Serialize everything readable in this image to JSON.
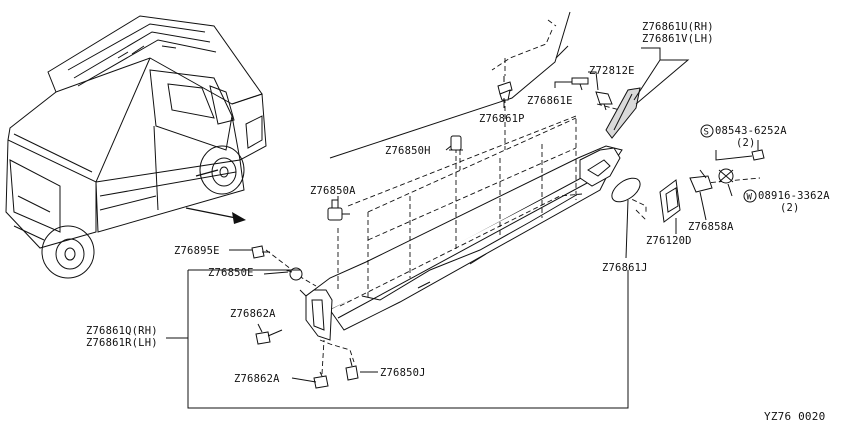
{
  "labels": {
    "p76861u": "Z76861U(RH)",
    "p76861v": "Z76861V(LH)",
    "p72812e": "Z72812E",
    "p76861e": "Z76861E",
    "p76861p": "Z76861P",
    "p76850h": "Z76850H",
    "p08543": "08543-6252A",
    "p08543_qty": "(2)",
    "p76850a": "Z76850A",
    "p08916": "08916-3362A",
    "p08916_qty": "(2)",
    "p76858a": "Z76858A",
    "p76895e": "Z76895E",
    "p76120d": "Z76120D",
    "p76850e": "Z76850E",
    "p76861j": "Z76861J",
    "p76862a_1": "Z76862A",
    "p76861q": "Z76861Q(RH)",
    "p76861r": "Z76861R(LH)",
    "p76862a_2": "Z76862A",
    "p76850j": "Z76850J",
    "sym_s": "S",
    "sym_w": "W",
    "diagram_code": "YZ76 0020"
  }
}
